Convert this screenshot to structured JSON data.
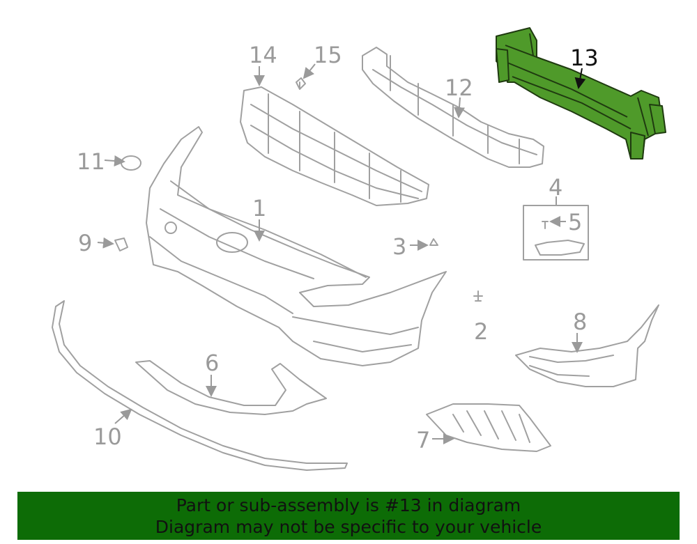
{
  "callouts": {
    "c1": "1",
    "c2": "2",
    "c3": "3",
    "c4": "4",
    "c5": "5",
    "c6": "6",
    "c7": "7",
    "c8": "8",
    "c9": "9",
    "c10": "10",
    "c11": "11",
    "c12": "12",
    "c13": "13",
    "c14": "14",
    "c15": "15"
  },
  "highlight": {
    "part": "13",
    "color": "#4f9a2a",
    "banner_color": "#0d6c06"
  },
  "banner": {
    "line1": "Part or sub-assembly is #13 in diagram",
    "line2": "Diagram may not be specific to your vehicle"
  }
}
